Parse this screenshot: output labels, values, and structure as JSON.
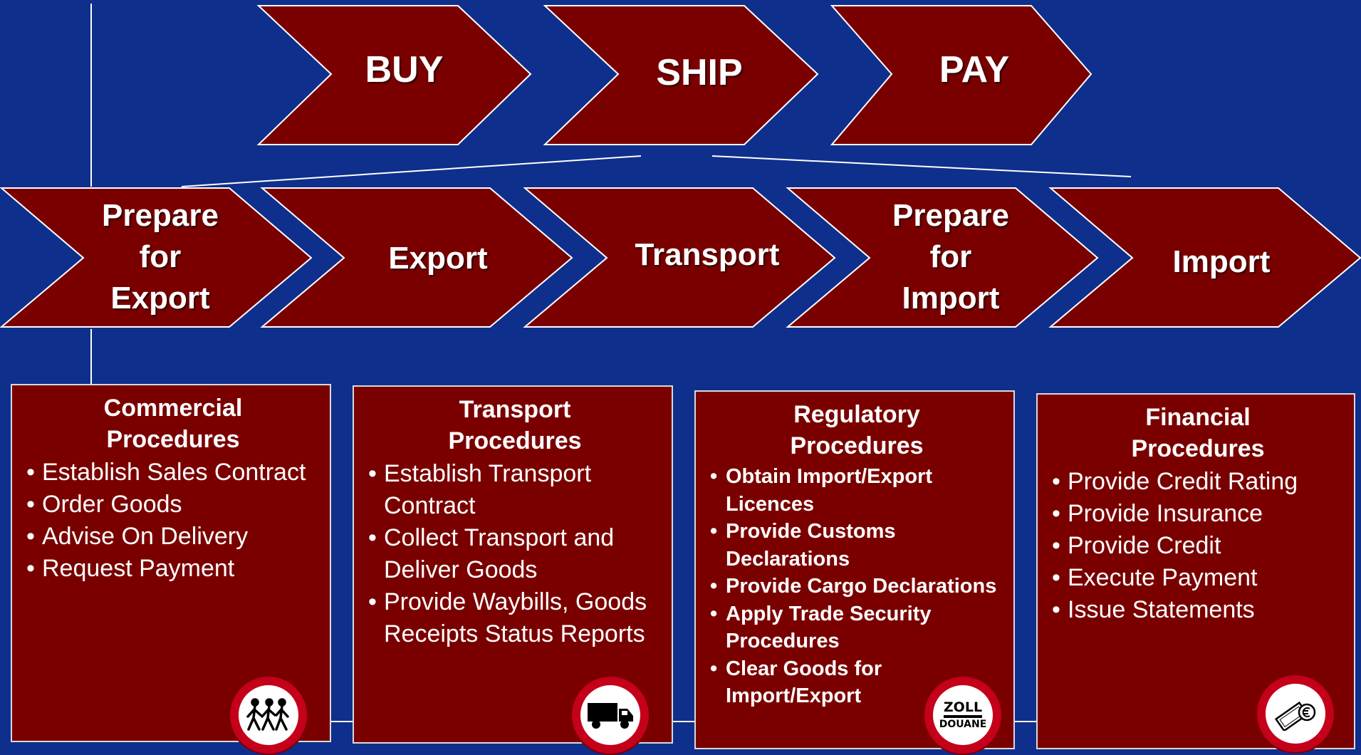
{
  "top_steps": [
    "BUY",
    "SHIP",
    "PAY"
  ],
  "mid_steps": [
    "Prepare\nfor\nExport",
    "Export",
    "Transport",
    "Prepare\nfor\nImport",
    "Import"
  ],
  "boxes": [
    {
      "title": "Commercial\nProcedures",
      "items": [
        "Establish Sales Contract",
        "Order Goods",
        "Advise On Delivery",
        "Request Payment"
      ],
      "icon": "pedestrians-sign-icon"
    },
    {
      "title": "Transport\nProcedures",
      "items": [
        "Establish Transport Contract",
        "Collect Transport and Deliver Goods",
        "Provide Waybills, Goods Receipts Status Reports"
      ],
      "icon": "truck-sign-icon"
    },
    {
      "title": "Regulatory\nProcedures",
      "items": [
        "Obtain Import/Export Licences",
        "Provide Customs Declarations",
        "Provide Cargo Declarations",
        "Apply Trade Security Procedures",
        "Clear Goods for Import/Export"
      ],
      "icon": "customs-sign-icon"
    },
    {
      "title": "Financial\nProcedures",
      "items": [
        "Provide Credit Rating",
        "Provide Insurance",
        "Provide Credit",
        "Execute Payment",
        "Issue Statements"
      ],
      "icon": "payment-sign-icon"
    }
  ],
  "customs_sign": {
    "line1": "ZOLL",
    "line2": "DOUANE"
  },
  "colors": {
    "background": "#0f2f8c",
    "chevron": "#7a0000",
    "outline": "#ffffff",
    "sign_ring": "#c4001a"
  }
}
